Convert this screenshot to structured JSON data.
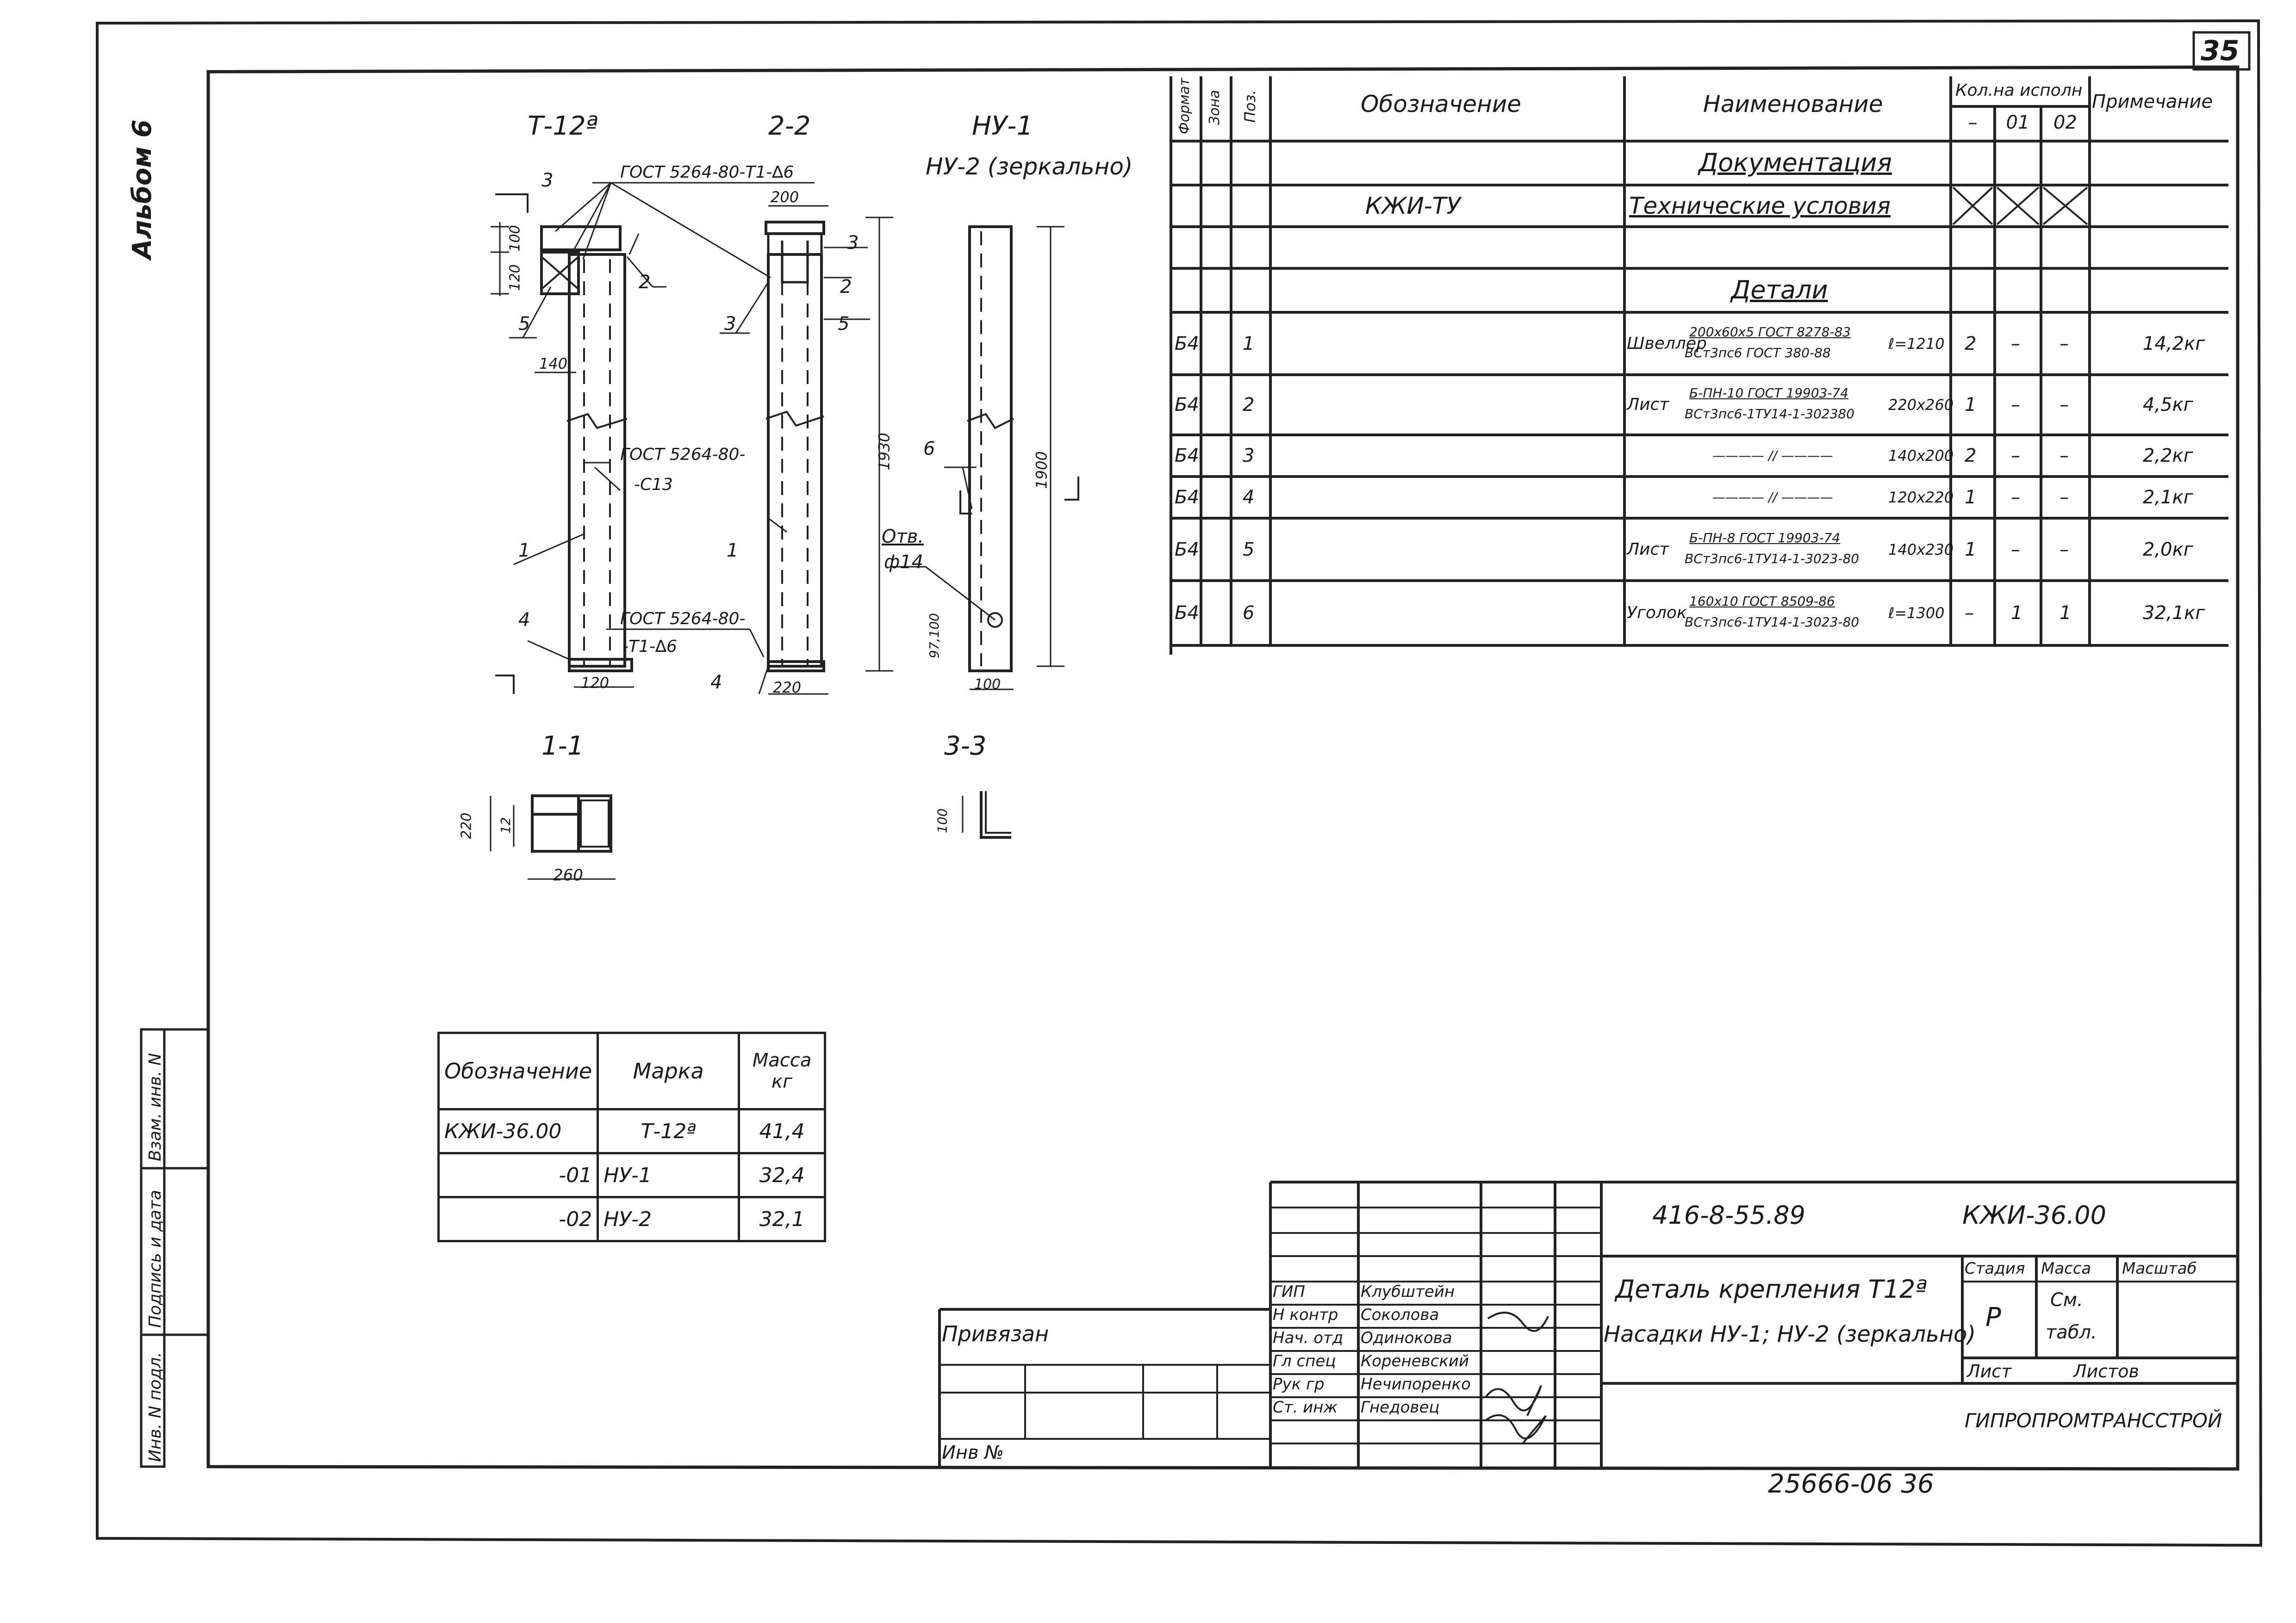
{
  "sheet": {
    "number": "35",
    "album": "Альбом 6",
    "bottom_number": "25666-06  36"
  },
  "views": {
    "t12_title": "Т-12ª",
    "s22_title": "2-2",
    "ny1_title": "НУ-1",
    "ny2_title": "НУ-2 (зеркально)",
    "s11_title": "1-1",
    "s33_title": "3-3",
    "weld1": "ГОСТ 5264-80-Т1-∆6",
    "weld2": "ГОСТ 5264-80-",
    "weld2b": "-С13",
    "weld3": "ГОСТ 5264-80-",
    "weld3b": "-Т1-∆6",
    "hole": "Отв.",
    "hole_d": "ф14",
    "dims": {
      "d100": "100",
      "d120": "120",
      "d140": "140",
      "d120b": "120",
      "d200": "200",
      "d220": "220",
      "d1930": "1930",
      "d1900": "1900",
      "d100b": "100",
      "d97": "97,100",
      "d220b": "220",
      "d260": "260",
      "d12": "12",
      "d100c": "100"
    },
    "pos": [
      "1",
      "2",
      "3",
      "4",
      "5",
      "6"
    ]
  },
  "spec": {
    "headers": {
      "format": "Формат",
      "zone": "Зона",
      "pos": "Поз.",
      "designation": "Обозначение",
      "name": "Наименование",
      "qty": "Кол.на исполн",
      "q0": "–",
      "q1": "01",
      "q2": "02",
      "note": "Примечание"
    },
    "doc_section": "Документация",
    "doc_row": {
      "designation": "КЖИ-ТУ",
      "name": "Технические условия"
    },
    "parts_section": "Детали",
    "rows": [
      {
        "format": "Б4",
        "pos": "1",
        "name_a": "Швеллер",
        "name_top": "200х60х5 ГОСТ 8278-83",
        "name_bot": "ВСт3пс6 ГОСТ 380-88",
        "size": "ℓ=1210",
        "q0": "2",
        "q1": "–",
        "q2": "–",
        "note": "14,2кг"
      },
      {
        "format": "Б4",
        "pos": "2",
        "name_a": "Лист",
        "name_top": "Б-ПН-10 ГОСТ 19903-74",
        "name_bot": "ВСт3пс6-1ТУ14-1-302380",
        "size": "220х260",
        "q0": "1",
        "q1": "–",
        "q2": "–",
        "note": "4,5кг"
      },
      {
        "format": "Б4",
        "pos": "3",
        "name_a": "",
        "name_top": "",
        "name_bot": "———— // ————",
        "size": "140х200",
        "q0": "2",
        "q1": "–",
        "q2": "–",
        "note": "2,2кг"
      },
      {
        "format": "Б4",
        "pos": "4",
        "name_a": "",
        "name_top": "",
        "name_bot": "———— // ————",
        "size": "120х220",
        "q0": "1",
        "q1": "–",
        "q2": "–",
        "note": "2,1кг"
      },
      {
        "format": "Б4",
        "pos": "5",
        "name_a": "Лист",
        "name_top": "Б-ПН-8 ГОСТ 19903-74",
        "name_bot": "ВСт3пс6-1ТУ14-1-3023-80",
        "size": "140х230",
        "q0": "1",
        "q1": "–",
        "q2": "–",
        "note": "2,0кг"
      },
      {
        "format": "Б4",
        "pos": "6",
        "name_a": "Уголок",
        "name_top": "160х10 ГОСТ 8509-86",
        "name_bot": "ВСт3пс6-1ТУ14-1-3023-80",
        "size": "ℓ=1300",
        "q0": "–",
        "q1": "1",
        "q2": "1",
        "note": "32,1кг"
      }
    ]
  },
  "marks": {
    "headers": {
      "designation": "Обозначение",
      "mark": "Марка",
      "mass": "Масса",
      "mass_unit": "кг"
    },
    "rows": [
      {
        "designation": "КЖИ-36.00",
        "mark": "Т-12ª",
        "mass": "41,4"
      },
      {
        "designation": "-01",
        "mark": "НУ-1",
        "mass": "32,4"
      },
      {
        "designation": "-02",
        "mark": "НУ-2",
        "mass": "32,1"
      }
    ]
  },
  "title_block": {
    "project": "416-8-55.89",
    "code": "КЖИ-36.00",
    "title_line1": "Деталь крепления Т12ª",
    "title_line2": "Насадки НУ-1; НУ-2 (зеркально)",
    "stage_h": "Стадия",
    "mass_h": "Масса",
    "scale_h": "Масштаб",
    "stage": "Р",
    "mass": "См.",
    "mass2": "табл.",
    "sheet_h": "Лист",
    "sheets_h": "Листов",
    "org": "ГИПРОПРОМТРАНССТРОЙ",
    "privyazan": "Привязан",
    "inv": "Инв №",
    "staff": [
      {
        "role": "ГИП",
        "name": "Клубштейн"
      },
      {
        "role": "Н контр",
        "name": "Соколова"
      },
      {
        "role": "Нач. отд",
        "name": "Одинокова"
      },
      {
        "role": "Гл спец",
        "name": "Кореневский"
      },
      {
        "role": "Рук гр",
        "name": "Нечипоренко"
      },
      {
        "role": "Ст. инж",
        "name": "Гнедовец"
      }
    ]
  },
  "side_stamp": {
    "inv_podl": "Инв. N подл.",
    "podpis": "Подпись и дата",
    "vzam": "Взам. инв. N"
  }
}
